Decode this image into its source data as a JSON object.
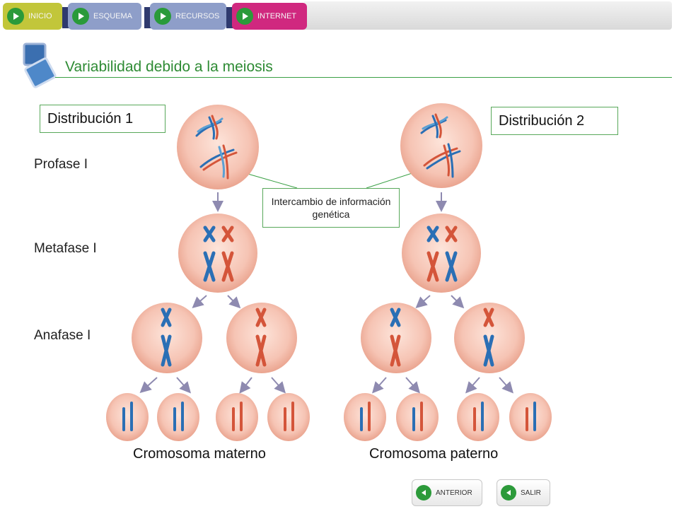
{
  "nav": {
    "tabs": [
      {
        "label": "INICIO",
        "color": "#c2c63a"
      },
      {
        "label": "ESQUEMA",
        "color": "#8e9ec9"
      },
      {
        "label": "RECURSOS",
        "color": "#8e9ec9"
      },
      {
        "label": "INTERNET",
        "color": "#d0287f"
      }
    ]
  },
  "title": "Variabilidad debido a la meiosis",
  "distributions": [
    "Distribución 1",
    "Distribución 2"
  ],
  "phases": [
    "Profase I",
    "Metafase I",
    "Anafase I"
  ],
  "callout": "Intercambio de información genética",
  "bottom_labels": [
    "Cromosoma materno",
    "Cromosoma paterno"
  ],
  "footer": {
    "previous_label": "ANTERIOR",
    "exit_label": "SALIR"
  },
  "colors": {
    "accent": "#2e8b34",
    "maternal": "#2a6fb5",
    "paternal": "#d4553a",
    "cell": "#f6c4b4"
  }
}
